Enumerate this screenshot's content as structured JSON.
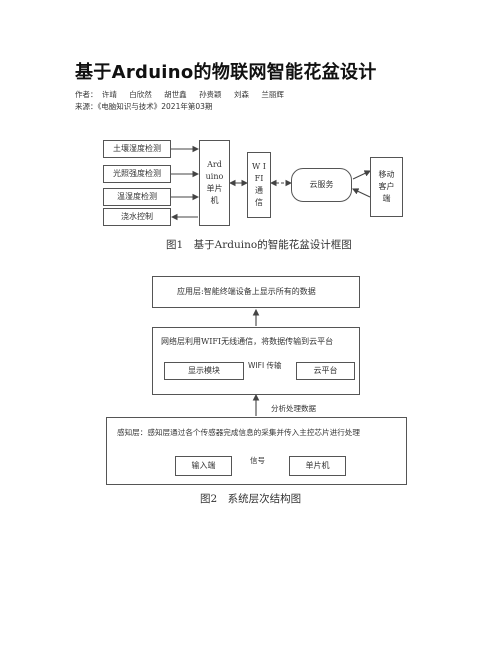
{
  "article": {
    "title": "基于Arduino的物联网智能花盆设计",
    "authors_label": "作者：",
    "authors": [
      "许靖",
      "白欣然",
      "胡世鑫",
      "孙贵颖",
      "刘森",
      "兰丽辉"
    ],
    "source_label": "来源：",
    "source": "《电脑知识与技术》2021年第03期"
  },
  "figure1": {
    "sensors": [
      "土壤湿度检测",
      "光照强度检测",
      "温湿度检测",
      "浇水控制"
    ],
    "arduino": "Ard uino 单片 机",
    "wifi": "W IFI 通 信",
    "cloud": "云服务",
    "mobile": "移动 客户 端",
    "caption": "图1　基于Arduino的智能花盆设计框图"
  },
  "figure2": {
    "app_layer": "应用层:智能终端设备上显示所有的数据",
    "network_layer": "网络层利用WIFI无线通信，将数据传输到云平台",
    "display_module": "显示模块",
    "wifi_transfer": "WIFI 传输",
    "cloud_platform": "云平台",
    "analysis": "分析处理数据",
    "perception_layer": "感知层：感知层通过各个传感器完成信息的采集并传入主控芯片进行处理",
    "input": "输入端",
    "signal": "信号",
    "mcu": "单片机",
    "caption": "图2　系统层次结构图"
  }
}
